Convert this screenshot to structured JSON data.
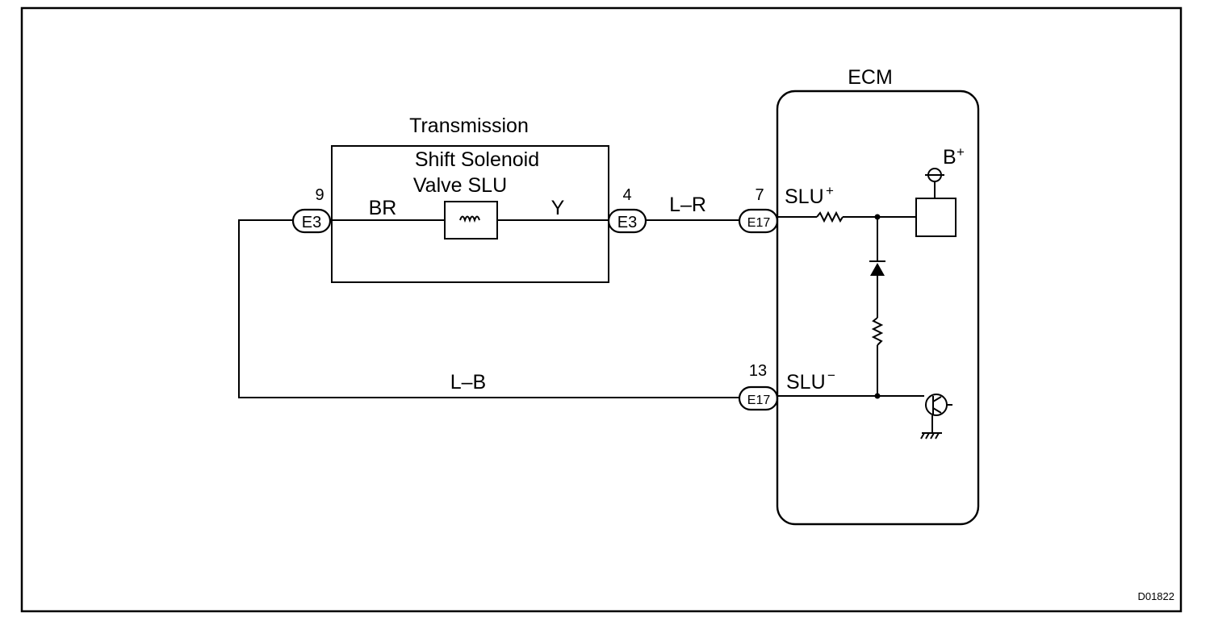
{
  "diagram_id": "D01822",
  "transmission": {
    "title": "Transmission",
    "component_line1": "Shift Solenoid",
    "component_line2": "Valve SLU"
  },
  "ecm": {
    "title": "ECM",
    "terminal_plus": "SLU",
    "terminal_plus_sign": "+",
    "terminal_minus": "SLU",
    "terminal_minus_sign": "−",
    "supply_label": "B",
    "supply_sign": "+"
  },
  "connectors": [
    {
      "id": "E3",
      "pin": "9"
    },
    {
      "id": "E3",
      "pin": "4"
    },
    {
      "id": "E17",
      "pin": "7"
    },
    {
      "id": "E17",
      "pin": "13"
    }
  ],
  "wires": {
    "left_internal": "BR",
    "right_internal": "Y",
    "to_ecm_plus": "L–R",
    "return": "L–B"
  }
}
